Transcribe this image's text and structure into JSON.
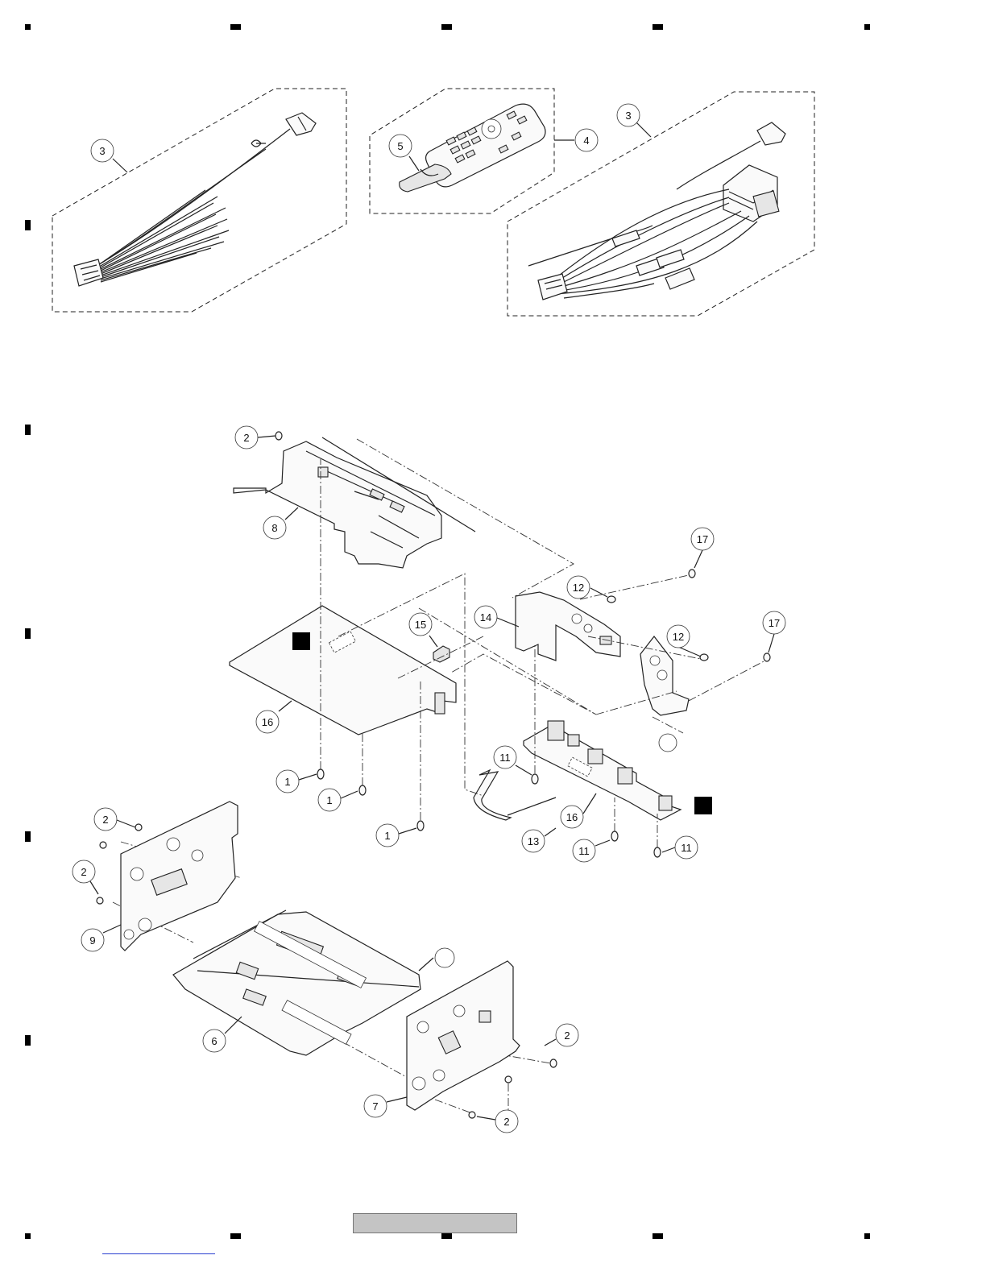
{
  "callouts": {
    "harness_left": "3",
    "remote_clip": "5",
    "remote": "4",
    "harness_right": "3",
    "screw_top": "2",
    "chassis_top": "8",
    "screw_17a": "17",
    "screw_12a": "12",
    "bracket": "14",
    "fuse": "15",
    "screw_17b": "17",
    "screw_12b": "12",
    "board_main": "16",
    "screw_11a": "11",
    "screw_1a": "1",
    "screw_1b": "1",
    "screw_1c": "1",
    "board_sub": "16",
    "cable": "13",
    "screw_11b": "11",
    "screw_11c": "11",
    "screw_2a": "2",
    "screw_2b": "2",
    "side_left": "9",
    "bottom_chassis": "6",
    "screw_2c": "2",
    "side_right": "7",
    "screw_2d": "2"
  },
  "icons": {
    "registration_marks": "black-square-marks",
    "reference_blocks": "filled-square-markers",
    "reference_circles": "empty-circle-markers"
  }
}
